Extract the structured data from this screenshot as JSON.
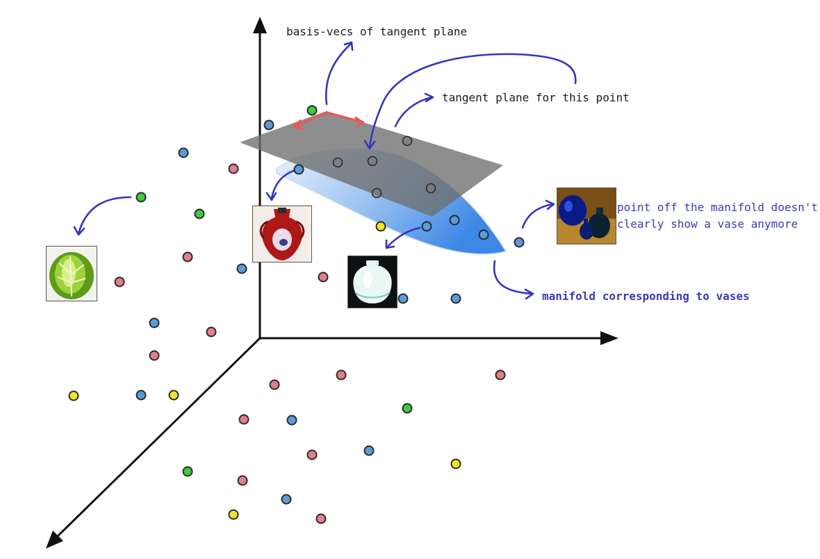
{
  "annotations": {
    "basis_vecs": "basis-vecs of tangent plane",
    "tangent_plane": "tangent plane for this point",
    "off_manifold_line1": "point off the manifold doesn't",
    "off_manifold_line2": "clearly show a vase anymore",
    "manifold": "manifold corresponding to vases"
  },
  "colors": {
    "axis": "#111111",
    "arrow_annotation": "#3434c0",
    "basis_vector": "#e85a5a",
    "plane": "#6e6e6e",
    "manifold": "#4a90e6",
    "dot_blue": "#5b9bd8",
    "dot_pink": "#e0808a",
    "dot_green": "#3ccc3c",
    "dot_yellow": "#f2e426"
  },
  "images": [
    {
      "name": "cabbage-image"
    },
    {
      "name": "red-vase-image"
    },
    {
      "name": "white-vase-image"
    },
    {
      "name": "blue-vases-image"
    }
  ]
}
